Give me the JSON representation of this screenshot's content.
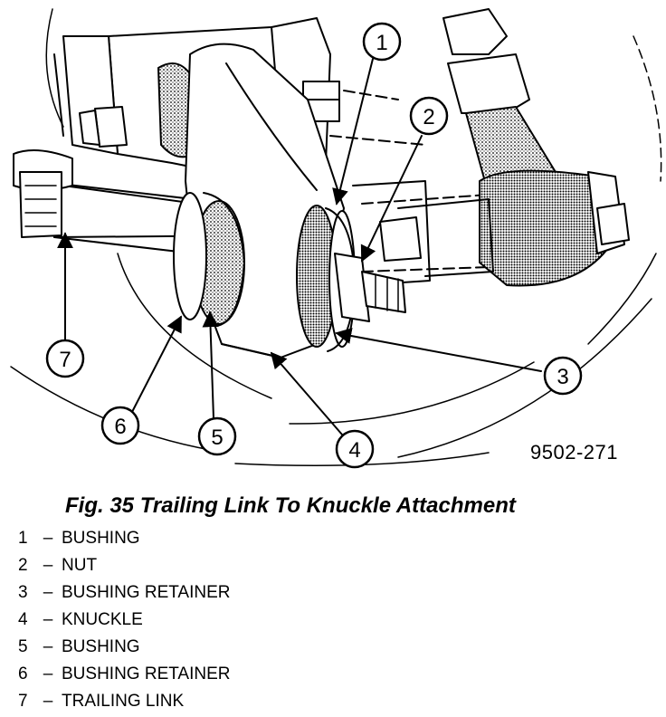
{
  "figure": {
    "drawing_id": "9502-271",
    "caption": "Fig. 35 Trailing Link To Knuckle Attachment",
    "callouts": [
      "1",
      "2",
      "3",
      "4",
      "5",
      "6",
      "7"
    ]
  },
  "legend": [
    {
      "num": "1",
      "label": "BUSHING"
    },
    {
      "num": "2",
      "label": "NUT"
    },
    {
      "num": "3",
      "label": "BUSHING RETAINER"
    },
    {
      "num": "4",
      "label": "KNUCKLE"
    },
    {
      "num": "5",
      "label": "BUSHING"
    },
    {
      "num": "6",
      "label": "BUSHING RETAINER"
    },
    {
      "num": "7",
      "label": "TRAILING LINK"
    }
  ],
  "legend_separator": "–"
}
